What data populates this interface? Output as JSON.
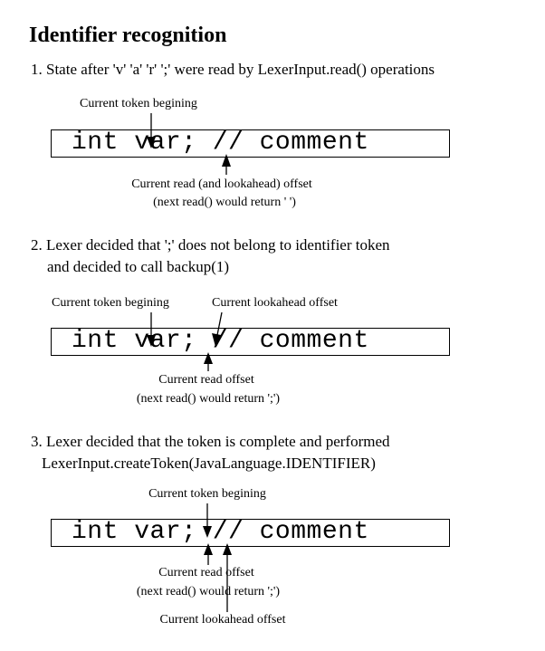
{
  "title": "Identifier recognition",
  "code_line": "int var; // comment",
  "steps": [
    {
      "text": "1. State after 'v' 'a' 'r' ';' were read by LexerInput.read() operations",
      "labels": {
        "token_begin": "Current token begining",
        "read_lookahead": "Current read (and lookahead) offset",
        "next_read": "(next read() would return ' ')"
      }
    },
    {
      "text_line1": "2. Lexer decided that ';' does not belong to identifier token",
      "text_line2": "and decided to call backup(1)",
      "labels": {
        "token_begin": "Current token begining",
        "lookahead": "Current lookahead offset",
        "read": "Current read offset",
        "next_read": "(next read() would return ';')"
      }
    },
    {
      "text_line1": "3. Lexer decided that the token is complete and performed",
      "text_line2": "LexerInput.createToken(JavaLanguage.IDENTIFIER)",
      "labels": {
        "token_begin": "Current token begining",
        "read": "Current read offset",
        "next_read": "(next read() would return ';')",
        "lookahead": "Current lookahead offset"
      }
    }
  ]
}
